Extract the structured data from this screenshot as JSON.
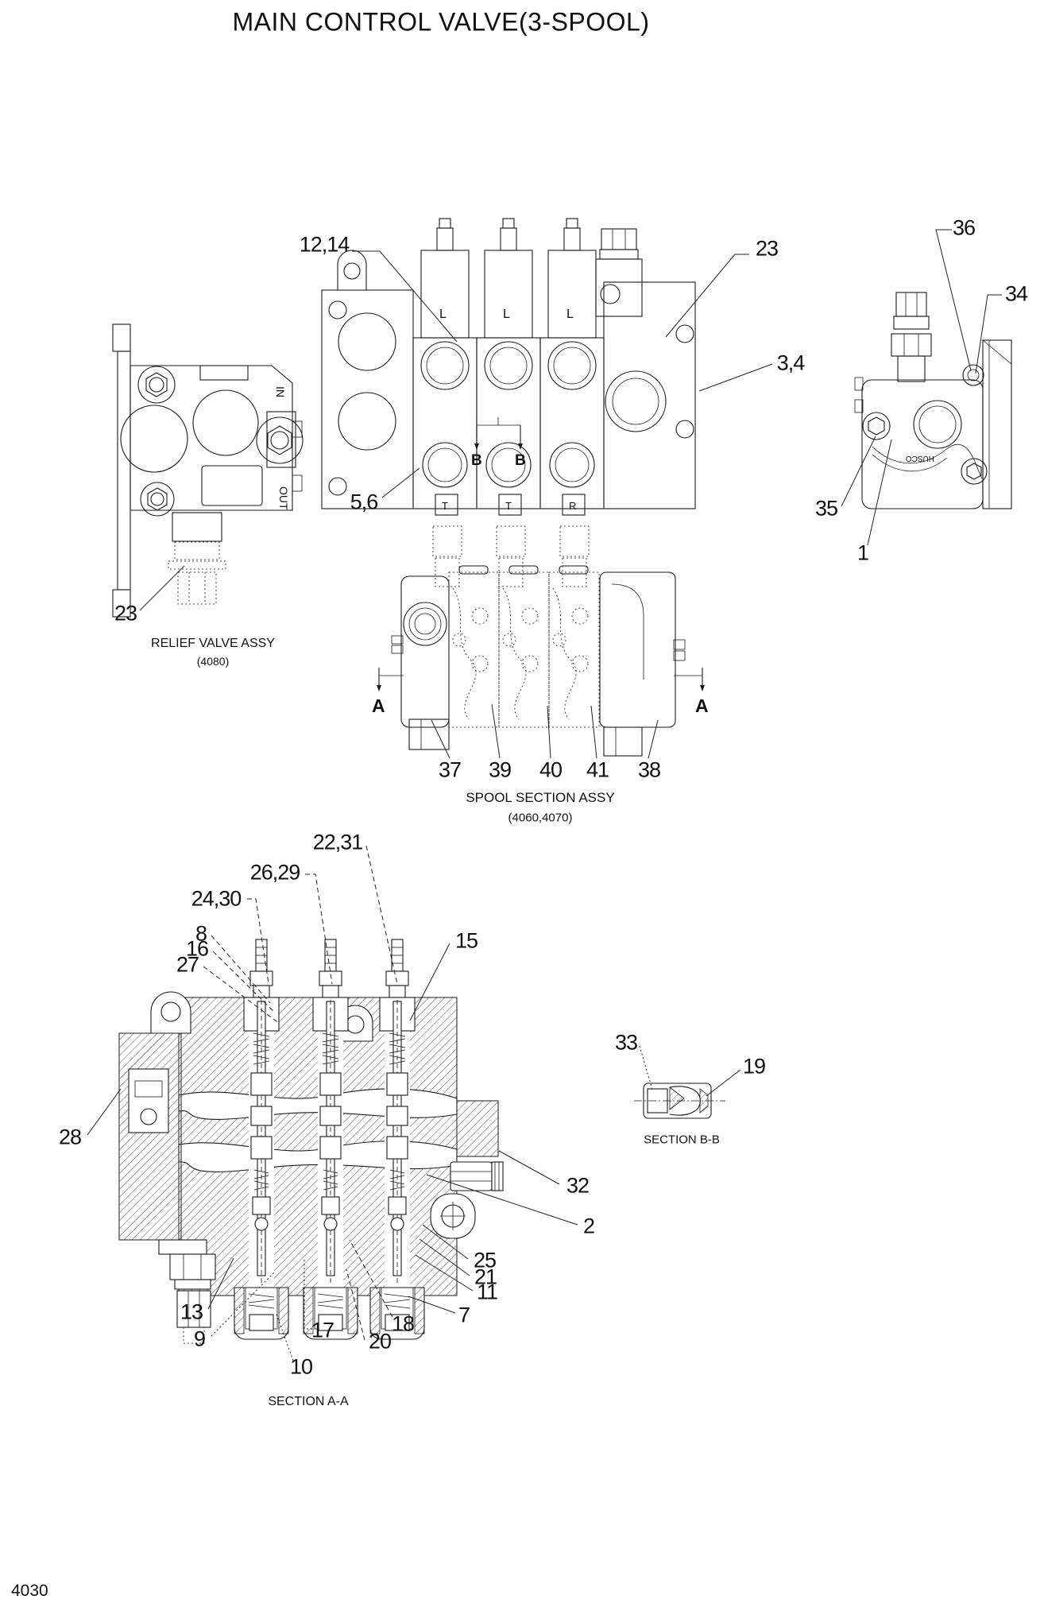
{
  "page": {
    "title": "MAIN CONTROL VALVE(3-SPOOL)",
    "page_number": "4030"
  },
  "captions": {
    "relief_valve": {
      "title": "RELIEF VALVE ASSY",
      "ref": "(4080)"
    },
    "spool_section": {
      "title": "SPOOL SECTION ASSY",
      "ref": "(4060,4070)"
    },
    "section_aa": "SECTION A-A",
    "section_bb": "SECTION B-B"
  },
  "labels": {
    "in": "IN",
    "out": "OUT",
    "spool_cap": "L",
    "port_t": "T",
    "port_r": "R",
    "section_a": "A",
    "section_b": "B",
    "brand": "HUSCO"
  },
  "callouts": {
    "relief_23": "23",
    "front_12_14": "12,14",
    "front_23": "23",
    "front_3_4": "3,4",
    "front_5_6": "5,6",
    "end_36": "36",
    "end_34": "34",
    "end_35": "35",
    "end_1": "1",
    "top_37": "37",
    "top_39": "39",
    "top_40": "40",
    "top_41": "41",
    "top_38": "38",
    "bb_33": "33",
    "bb_19": "19",
    "aa_22_31": "22,31",
    "aa_26_29": "26,29",
    "aa_24_30": "24,30",
    "aa_8": "8",
    "aa_16": "16",
    "aa_27": "27",
    "aa_15": "15",
    "aa_28": "28",
    "aa_32": "32",
    "aa_2": "2",
    "aa_25": "25",
    "aa_21": "21",
    "aa_11": "11",
    "aa_7": "7",
    "aa_18": "18",
    "aa_20": "20",
    "aa_17": "17",
    "aa_10": "10",
    "aa_9": "9",
    "aa_13": "13"
  }
}
